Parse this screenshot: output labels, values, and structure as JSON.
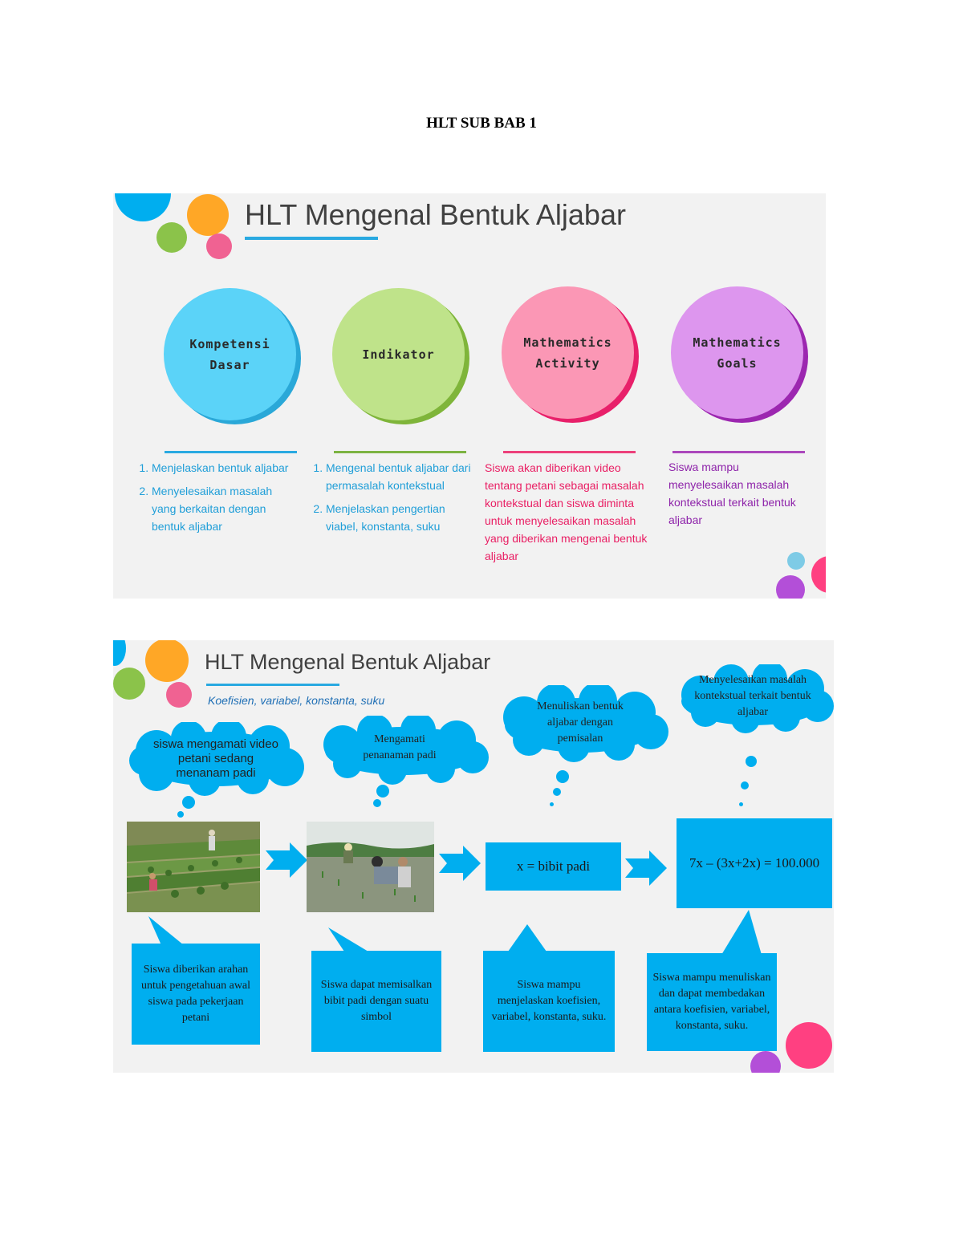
{
  "doc_title": "HLT SUB BAB 1",
  "slide1": {
    "title": "HLT Mengenal Bentuk Aljabar",
    "circles": [
      {
        "label": "Kompetensi\nDasar",
        "face": "#5bd3f8",
        "shadow": "#2aa8d8",
        "line": "#29a9e1",
        "text_color": "#1f9ed8"
      },
      {
        "label": "Indikator",
        "face": "#bfe38a",
        "shadow": "#7fb53a",
        "line": "#7cb342",
        "text_color": "#1f9ed8"
      },
      {
        "label": "Mathematics\nActivity",
        "face": "#fb97b5",
        "shadow": "#e8206a",
        "line": "#ec407a",
        "text_color": "#e91e63"
      },
      {
        "label": "Mathematics\nGoals",
        "face": "#dd96ee",
        "shadow": "#9c27b0",
        "line": "#ab47bc",
        "text_color": "#8e24aa"
      }
    ],
    "kd_items": [
      "Menjelaskan bentuk aljabar",
      "Menyelesaikan masalah yang berkaitan dengan bentuk aljabar"
    ],
    "indikator_items": [
      "Mengenal bentuk aljabar dari permasalah kontekstual",
      "Menjelaskan pengertian viabel, konstanta, suku"
    ],
    "activity_text": "Siswa akan diberikan video tentang petani sebagai masalah kontekstual dan siswa diminta untuk menyelesaikan masalah yang diberikan mengenai bentuk aljabar",
    "goals_text": "Siswa mampu menyelesaikan masalah kontekstual terkait bentuk aljabar"
  },
  "slide2": {
    "title": "HLT Mengenal Bentuk Aljabar",
    "subtitle": "Koefisien, variabel, konstanta, suku",
    "clouds": [
      "siswa mengamati video petani sedang menanam padi",
      "Mengamati penanaman padi",
      "Menuliskan bentuk aljabar dengan pemisalan",
      "Menyelesaikan masalah kontekstual terkait bentuk aljabar"
    ],
    "var_box": "x = bibit padi",
    "equation_box": "7x – (3x+2x) = 100.000",
    "callouts": [
      "Siswa diberikan arahan untuk pengetahuan awal siswa pada pekerjaan petani",
      "Siswa dapat memisalkan bibit padi dengan suatu simbol",
      "Siswa mampu menjelaskan koefisien, variabel, konstanta, suku.",
      "Siswa mampu menuliskan dan dapat membedakan antara koefisien, variabel, konstanta, suku."
    ]
  },
  "colors": {
    "blue": "#00aeef",
    "orange": "#ffa726",
    "green": "#8bc34a",
    "pink": "#f06292",
    "magenta": "#ff4081",
    "purple": "#b34fd8",
    "lightblue": "#7ecbe6"
  }
}
